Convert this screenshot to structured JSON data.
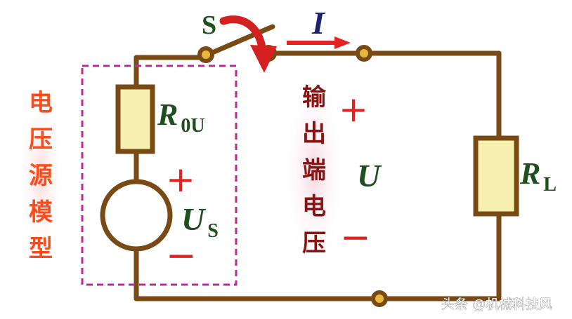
{
  "labels": {
    "switch": "S",
    "current": "I",
    "internal_resistor_main": "R",
    "internal_resistor_sub": "0U",
    "source_main": "U",
    "source_sub": "S",
    "load_main": "R",
    "load_sub": "L",
    "output_voltage": "U",
    "plus": "+",
    "minus": "−"
  },
  "left_caption": [
    "电",
    "压",
    "源",
    "模",
    "型"
  ],
  "middle_caption": [
    "输",
    "出",
    "端",
    "电",
    "压"
  ],
  "watermark": "头条 @机械科技风",
  "colors": {
    "wire": "#7a4a14",
    "resistor_fill": "#f6f0b0",
    "source_fill": "#ffffff",
    "dashed_box": "#c0289a",
    "label_green": "#1f4f1f",
    "label_navy": "#1c2272",
    "red": "#e52222",
    "caption_left": "#ff4a1a",
    "caption_mid": "#8a1212",
    "terminal_fill": "#e8b83c"
  }
}
